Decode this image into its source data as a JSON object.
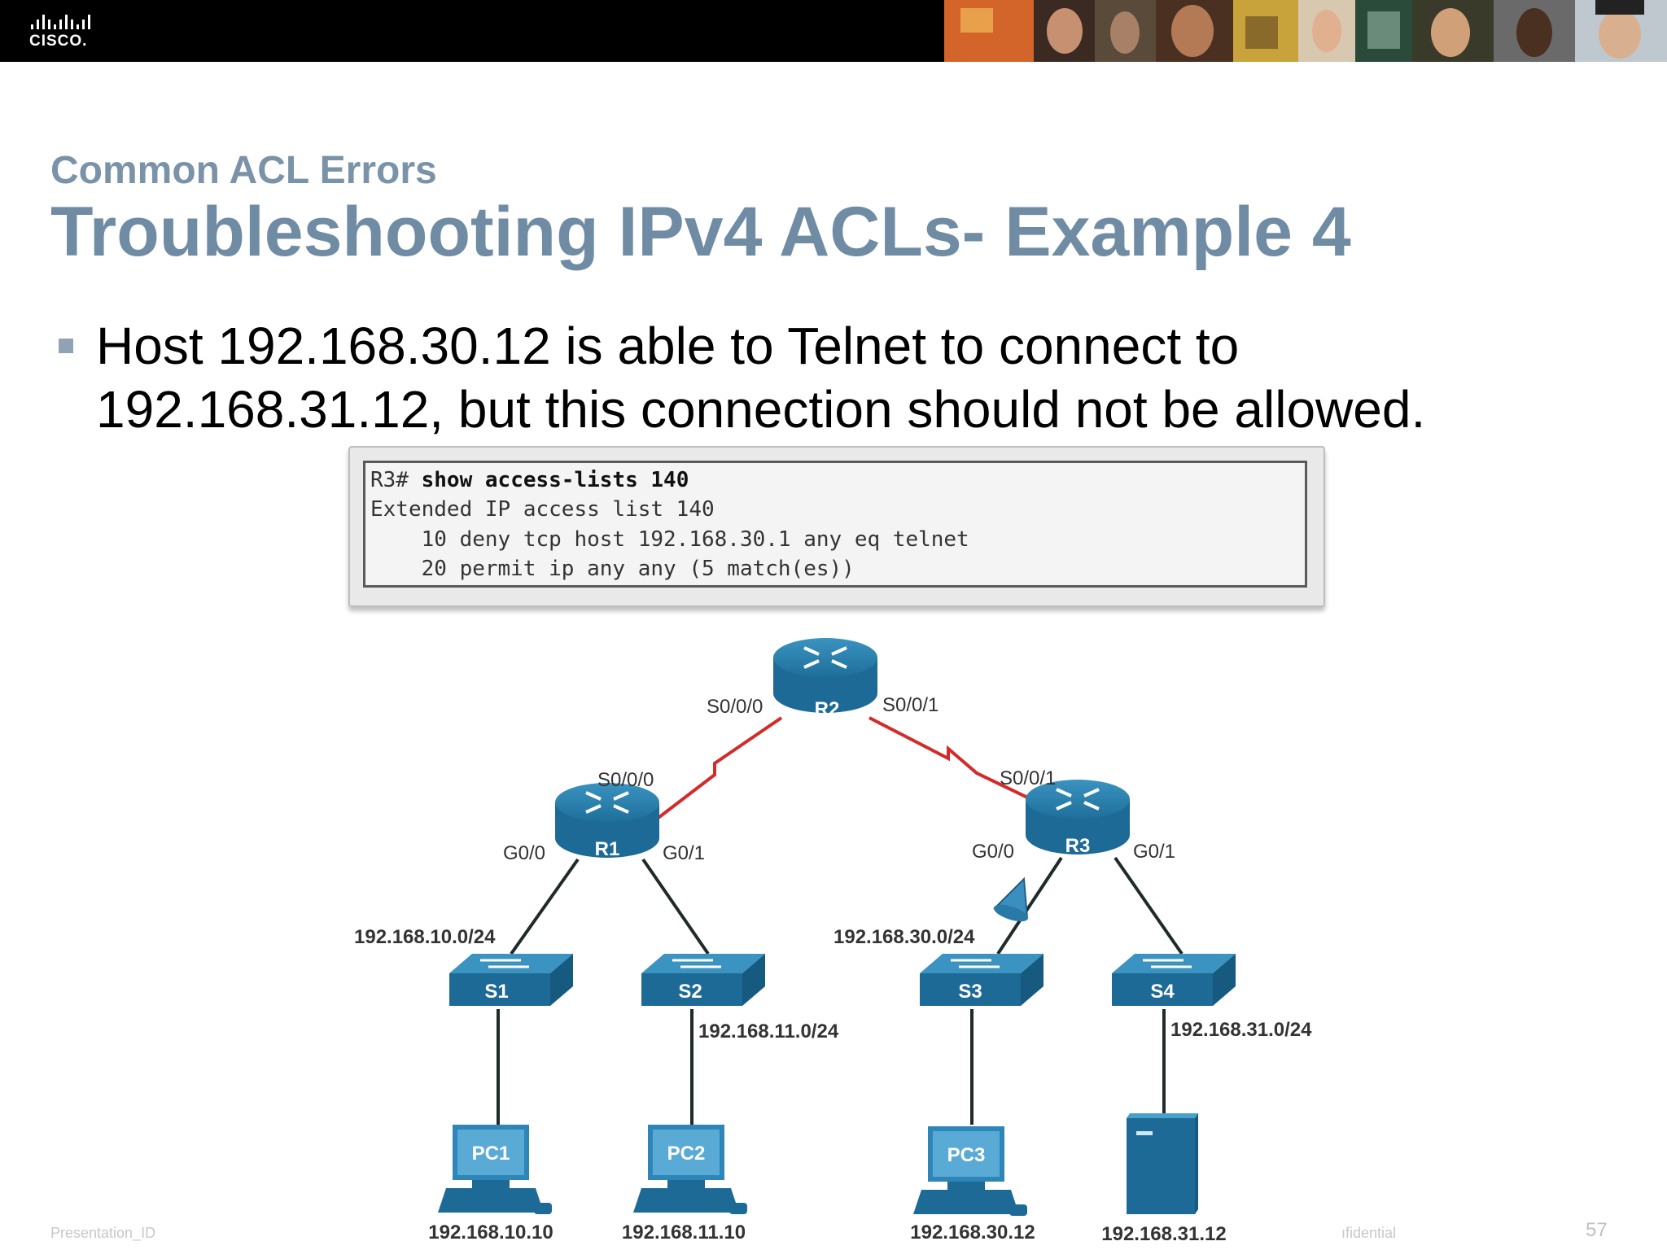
{
  "header": {
    "logo_text": "CISCO."
  },
  "slide": {
    "subtitle": "Common ACL Errors",
    "title": "Troubleshooting IPv4 ACLs- Example 4",
    "bullet_line1": "Host 192.168.30.12 is able to Telnet to connect to",
    "bullet_line2": "192.168.31.12, but this connection should not be allowed."
  },
  "terminal": {
    "prompt": "R3#",
    "command": "show access-lists 140",
    "line2": "Extended IP access list 140",
    "line3": "    10 deny tcp host 192.168.30.1 any eq telnet",
    "line4": "    20 permit ip any any (5 match(es))"
  },
  "topology": {
    "routers": {
      "r1": "R1",
      "r2": "R2",
      "r3": "R3"
    },
    "switches": {
      "s1": "S1",
      "s2": "S2",
      "s3": "S3",
      "s4": "S4"
    },
    "hosts": {
      "pc1": "PC1",
      "pc2": "PC2",
      "pc3": "PC3"
    },
    "interfaces": {
      "r2_s000": "S0/0/0",
      "r2_s001": "S0/0/1",
      "r1_s000": "S0/0/0",
      "r3_s001": "S0/0/1",
      "r1_g00": "G0/0",
      "r1_g01": "G0/1",
      "r3_g00": "G0/0",
      "r3_g01": "G0/1"
    },
    "networks": {
      "n10": "192.168.10.0/24",
      "n11": "192.168.11.0/24",
      "n30": "192.168.30.0/24",
      "n31": "192.168.31.0/24"
    },
    "host_ips": {
      "pc1": "192.168.10.10",
      "pc2": "192.168.11.10",
      "pc3": "192.168.30.12",
      "server": "192.168.31.12"
    }
  },
  "footer": {
    "presentation_id": "Presentation_ID",
    "confidential": "ıfidential",
    "page_number": "57"
  }
}
